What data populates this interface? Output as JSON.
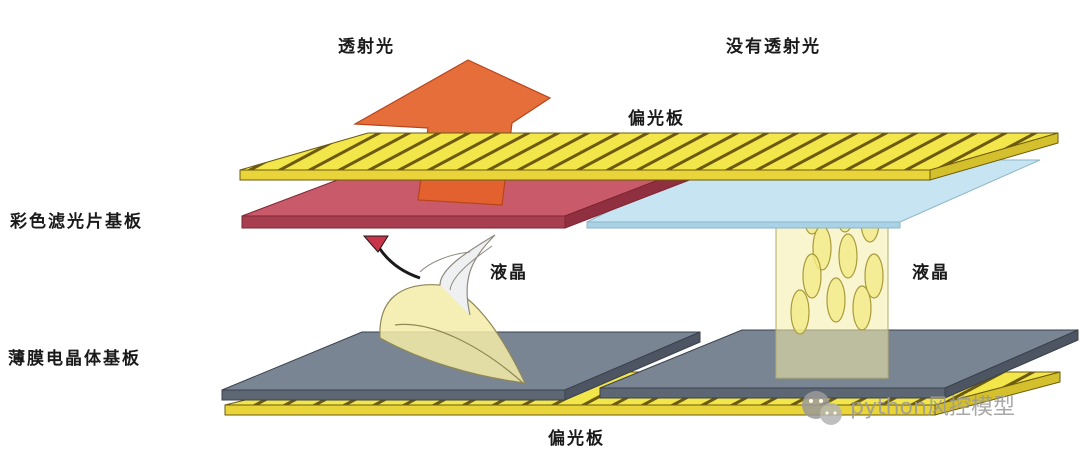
{
  "labels": {
    "transmitted_light": "透射光",
    "no_transmitted_light": "没有透射光",
    "polarizer_top": "偏光板",
    "color_filter_substrate": "彩色滤光片基板",
    "liquid_crystal_left": "液晶",
    "liquid_crystal_right": "液晶",
    "tft_substrate": "薄膜电晶体基板",
    "polarizer_bottom": "偏光板"
  },
  "watermark": {
    "text": "python风控模型",
    "icon": "wechat-icon"
  },
  "colors": {
    "polarizer": "#f2e64a",
    "polarizer_stripe": "#6b5a10",
    "color_filter": "#c85a6a",
    "glass_blue": "#c6e4f2",
    "tft": "#7a8594",
    "arrow": "#e4622a",
    "crystal": "#f3eca8"
  }
}
